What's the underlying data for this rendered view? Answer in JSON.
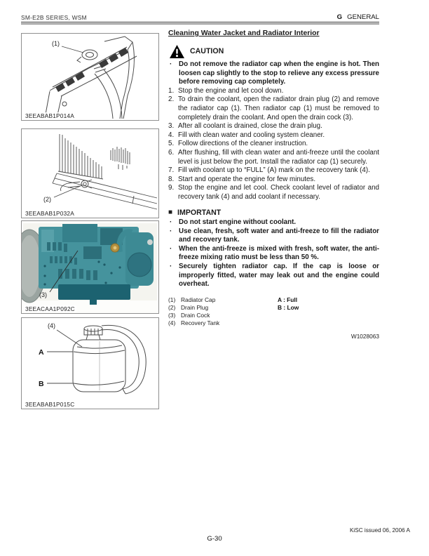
{
  "header": {
    "doc": "SM-E2B  SERIES, WSM",
    "section_letter": "G",
    "section_name": "GENERAL"
  },
  "content": {
    "title": "Cleaning Water Jacket and Radiator Interior",
    "caution": {
      "label": "CAUTION",
      "bullet_marker": "·",
      "bullets": [
        "Do not remove the radiator cap when the engine is hot.  Then loosen cap slightly to the stop to relieve any excess pressure before removing cap completely."
      ]
    },
    "steps": [
      {
        "num": "1.",
        "text": "Stop the engine and let cool down."
      },
      {
        "num": "2.",
        "text": "To drain the coolant, open the radiator drain plug (2) and remove the radiator cap (1).  Then radiator cap (1) must be removed to completely drain the coolant.  And open the drain cock (3)."
      },
      {
        "num": "3.",
        "text": "After all coolant is drained, close the drain plug."
      },
      {
        "num": "4.",
        "text": "Fill with clean water and cooling system cleaner."
      },
      {
        "num": "5.",
        "text": "Follow directions of the cleaner instruction."
      },
      {
        "num": "6.",
        "text": "After flushing, fill with clean water and anti-freeze until the coolant level is just below the port.  Install the radiator cap (1) securely."
      },
      {
        "num": "7.",
        "text": "Fill with coolant up to “FULL” (A) mark on the recovery tank (4)."
      },
      {
        "num": "8.",
        "text": "Start and operate the engine for few minutes."
      },
      {
        "num": "9.",
        "text": "Stop the engine and let cool.  Check coolant level of radiator and recovery tank (4) and add coolant if necessary."
      }
    ],
    "important": {
      "marker": "■",
      "label": "IMPORTANT",
      "bullet_marker": "·",
      "bullets": [
        "Do not start engine without coolant.",
        "Use clean, fresh, soft water and anti-freeze to fill the radiator and recovery tank.",
        "When the anti-freeze is mixed with fresh, soft water, the anti-freeze mixing ratio must be less than 50 %.",
        "Securely tighten radiator cap.  If the cap is loose or improperly fitted, water may leak out and the engine could overheat."
      ]
    },
    "legend": {
      "items": [
        {
          "num": "(1)",
          "label": "Radiator Cap"
        },
        {
          "num": "(2)",
          "label": "Drain Plug"
        },
        {
          "num": "(3)",
          "label": "Drain Cock"
        },
        {
          "num": "(4)",
          "label": "Recovery Tank"
        }
      ],
      "marks": [
        "A : Full",
        "B : Low"
      ]
    },
    "ref_code": "W1028063"
  },
  "figures": [
    {
      "caption": "3EEABAB1P014A",
      "callout": "(1)",
      "description": "radiator top with cap and hose (line art)"
    },
    {
      "caption": "3EEABAB1P032A",
      "callout": "(2)",
      "description": "radiator bottom fins with drain plug (line art)"
    },
    {
      "caption": "3EEACAA1P092C",
      "callout": "(3)",
      "description": "engine photo showing drain cock"
    },
    {
      "caption": "3EEABAB1P015C",
      "callout": "(4)",
      "mark_a": "A",
      "mark_b": "B",
      "description": "recovery tank with full and low marks"
    }
  ],
  "footer": {
    "issued": "KiSC issued 06, 2006 A",
    "page_number": "G-30"
  },
  "colors": {
    "engine_teal": "#45939d",
    "engine_teal_dark": "#2c6f7a",
    "oil_pan_teal": "#1c6270",
    "flywheel_gray": "#9aa4a0",
    "brass": "#b5913f",
    "line_art": "#4a4a4a"
  }
}
